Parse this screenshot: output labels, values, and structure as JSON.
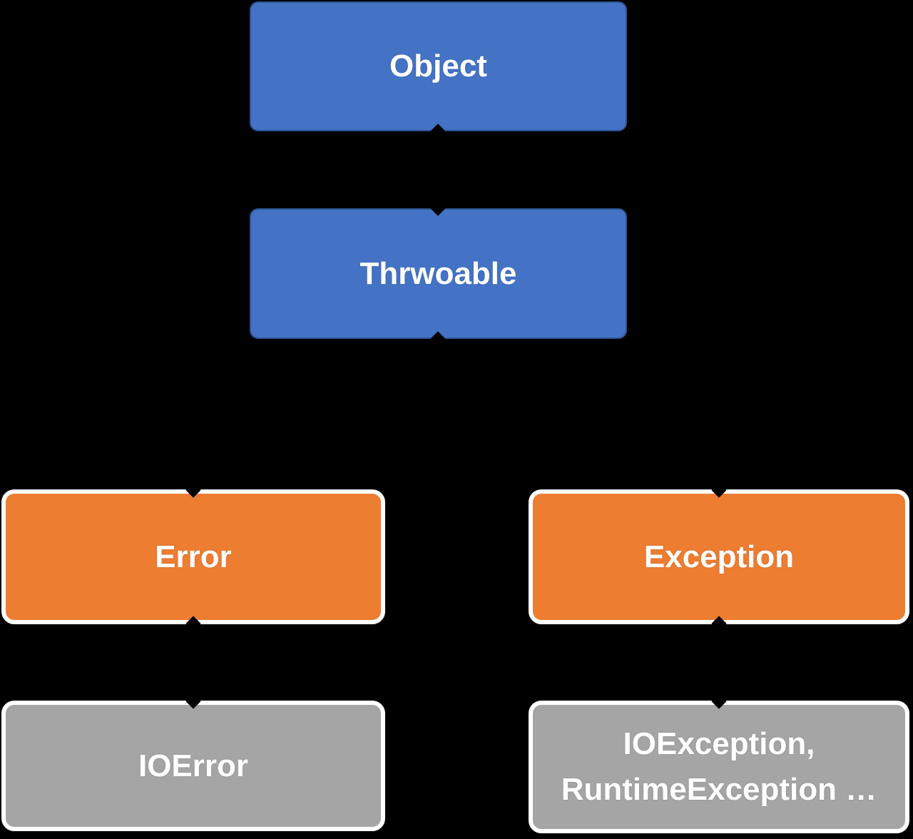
{
  "diagram": {
    "type": "hierarchy",
    "background_color": "#000000",
    "text_color": "#FFFFFF",
    "colors": {
      "root_fill": "#4472C4",
      "root_border": "#2F5597",
      "branch_fill": "#ED7D31",
      "leaf_fill": "#A5A5A5",
      "outline": "#FFFFFF",
      "connector": "#000000"
    },
    "nodes": {
      "object": {
        "label": "Object",
        "fill": "#4472C4"
      },
      "throwable": {
        "label": "Thrwoable",
        "fill": "#4472C4"
      },
      "error": {
        "label": "Error",
        "fill": "#ED7D31"
      },
      "exception": {
        "label": "Exception",
        "fill": "#ED7D31"
      },
      "io_error": {
        "label": "IOError",
        "fill": "#A5A5A5"
      },
      "io_exception": {
        "label": "IOException,\nRuntimeException …",
        "fill": "#A5A5A5"
      }
    },
    "edges": [
      {
        "from": "object",
        "to": "throwable"
      },
      {
        "from": "throwable",
        "to": "error"
      },
      {
        "from": "throwable",
        "to": "exception"
      },
      {
        "from": "error",
        "to": "io_error"
      },
      {
        "from": "exception",
        "to": "io_exception"
      }
    ]
  }
}
